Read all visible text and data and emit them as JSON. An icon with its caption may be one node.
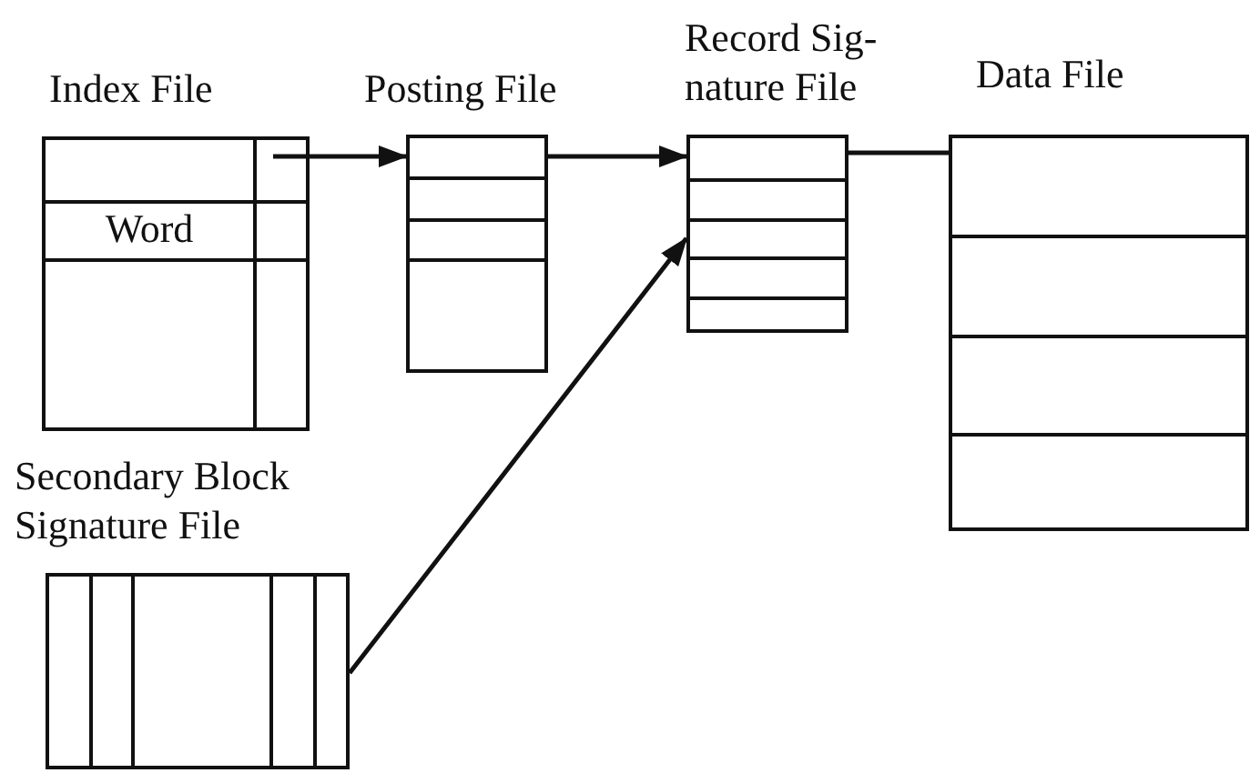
{
  "diagram": {
    "nodes": [
      {
        "text": [
          "Index File",
          "Word"
        ]
      },
      {
        "text": [
          "Posting File"
        ]
      },
      {
        "text": [
          "Record Sig- nature File"
        ]
      },
      {
        "text": [
          "Data File"
        ]
      },
      {
        "text": [
          "Secondary Block Signature File"
        ]
      }
    ],
    "edges": [
      {
        "from": 0,
        "to": 1,
        "arrow": "to"
      },
      {
        "from": 1,
        "to": 2,
        "arrow": "to"
      },
      {
        "from": 4,
        "to": 2,
        "arrow": "to"
      },
      {
        "from": 2,
        "to": 3,
        "arrow": "none"
      }
    ]
  }
}
